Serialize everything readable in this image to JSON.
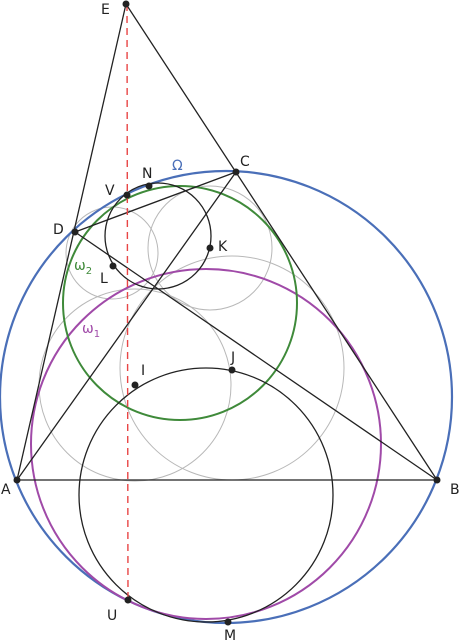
{
  "colors": {
    "omega_big": "#4a6fb8",
    "omega_1": "#a04aa8",
    "omega_2": "#3f8a3a",
    "ink": "#222222",
    "aux_circle": "#b8b8b8",
    "dashed_line": "#e84545"
  },
  "points": {
    "A": "A",
    "B": "B",
    "C": "C",
    "D": "D",
    "E": "E",
    "I": "I",
    "J": "J",
    "K": "K",
    "L": "L",
    "M": "M",
    "N": "N",
    "U": "U",
    "V": "V"
  },
  "circle_labels": {
    "Omega": "Ω",
    "omega_1": "ω",
    "omega_1_sub": "1",
    "omega_2": "ω",
    "omega_2_sub": "2"
  }
}
